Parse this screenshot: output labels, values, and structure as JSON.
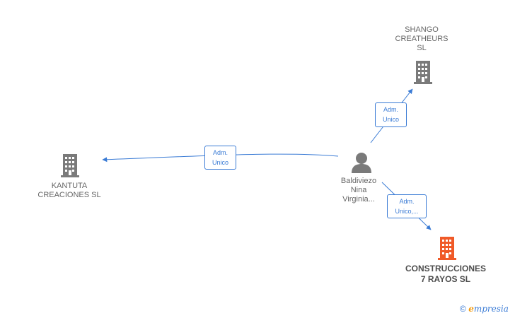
{
  "nodes": {
    "shango": {
      "lines": [
        "SHANGO",
        "CREATHEURS",
        "SL"
      ]
    },
    "kantuta": {
      "lines": [
        "KANTUTA",
        "CREACIONES SL"
      ]
    },
    "person": {
      "lines": [
        "Baldiviezo",
        "Nina",
        "Virginia..."
      ]
    },
    "construcciones": {
      "lines": [
        "CONSTRUCCIONES",
        "7 RAYOS  SL"
      ]
    }
  },
  "edges": {
    "to_shango": [
      "Adm.",
      "Unico"
    ],
    "to_kantuta": [
      "Adm.",
      "Unico"
    ],
    "to_construcciones": [
      "Adm.",
      "Unico,..."
    ]
  },
  "colors": {
    "company": "#7a7a7a",
    "company_highlight": "#f05a28",
    "person": "#7a7a7a",
    "edge": "#3a7bd5"
  },
  "icons": {
    "company": "building-icon",
    "person": "person-icon"
  },
  "footer": {
    "copyright": "©",
    "brand_e": "e",
    "brand_rest": "mpresia"
  }
}
